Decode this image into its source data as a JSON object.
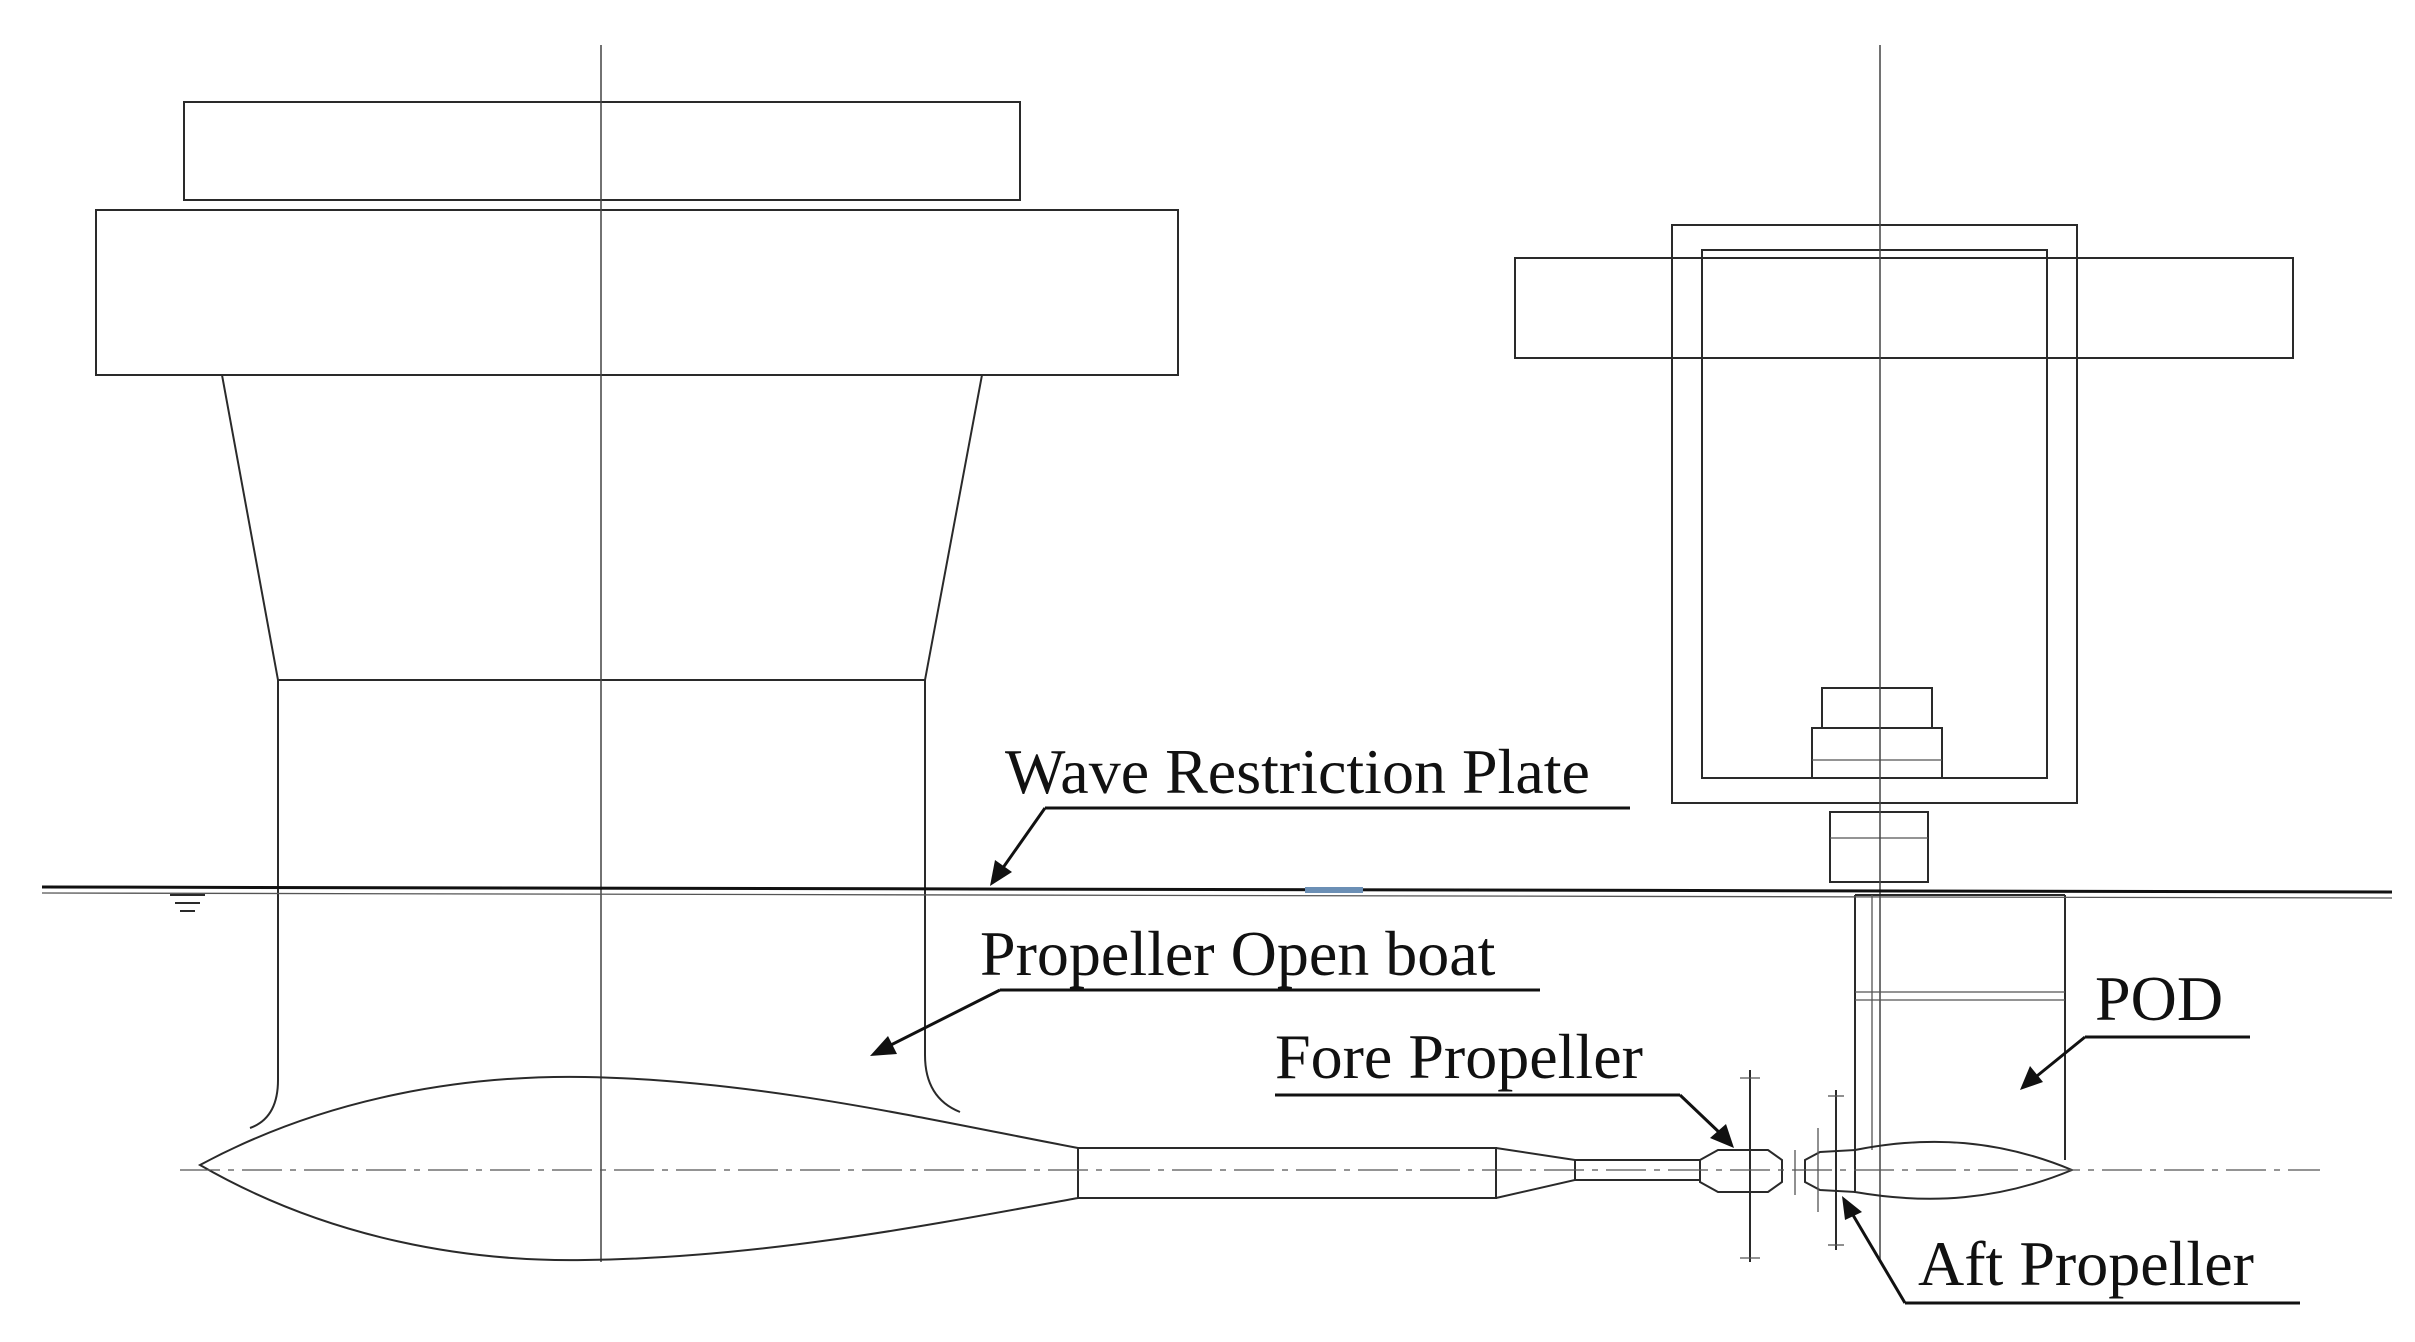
{
  "labels": {
    "wave_plate": "Wave Restriction Plate",
    "propeller_open_boat": "Propeller Open boat",
    "pod": "POD",
    "fore_propeller": "Fore Propeller",
    "aft_propeller": "Aft Propeller"
  },
  "colors": {
    "line": "#2a2a2a",
    "text": "#111111",
    "background": "#ffffff",
    "plate_accent": "#6b8fb5"
  }
}
